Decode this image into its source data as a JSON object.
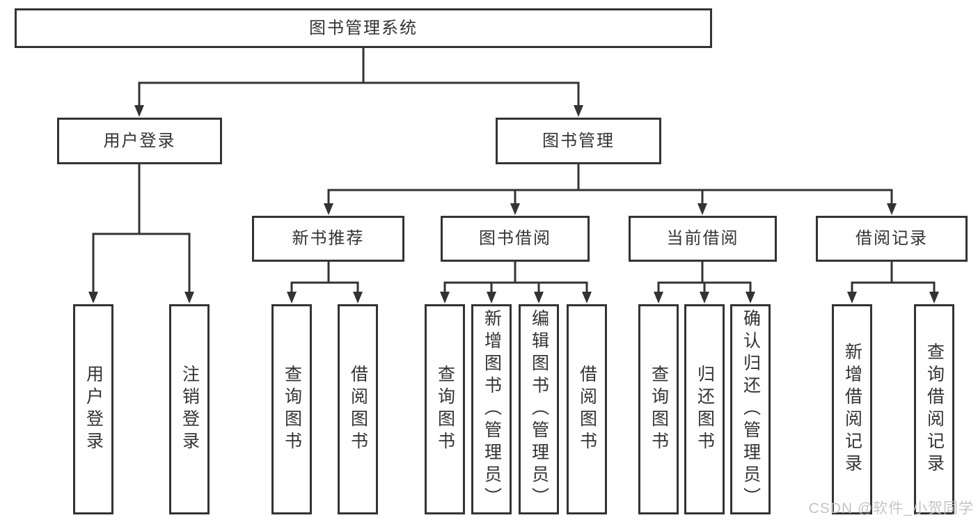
{
  "diagram": {
    "root": {
      "label": "图书管理系统"
    },
    "branches": [
      {
        "label": "用户登录",
        "children": [
          {
            "label": "用户登录"
          },
          {
            "label": "注销登录"
          }
        ]
      },
      {
        "label": "图书管理",
        "children": [
          {
            "label": "新书推荐",
            "children": [
              {
                "label": "查询图书"
              },
              {
                "label": "借阅图书"
              }
            ]
          },
          {
            "label": "图书借阅",
            "children": [
              {
                "label": "查询图书"
              },
              {
                "label": "新增图书（管理员）"
              },
              {
                "label": "编辑图书（管理员）"
              },
              {
                "label": "借阅图书"
              }
            ]
          },
          {
            "label": "当前借阅",
            "children": [
              {
                "label": "查询图书"
              },
              {
                "label": "归还图书"
              },
              {
                "label": "确认归还（管理员）"
              }
            ]
          },
          {
            "label": "借阅记录",
            "children": [
              {
                "label": "新增借阅记录"
              },
              {
                "label": "查询借阅记录"
              }
            ]
          }
        ]
      }
    ]
  },
  "watermark": {
    "text": "CSDN @软件_小贺同学"
  },
  "colors": {
    "line": "#333333",
    "box_border": "#333333",
    "box_background": "#ffffff",
    "text": "#333333",
    "watermark": "#bfbfbf",
    "page_background": "#ffffff"
  }
}
